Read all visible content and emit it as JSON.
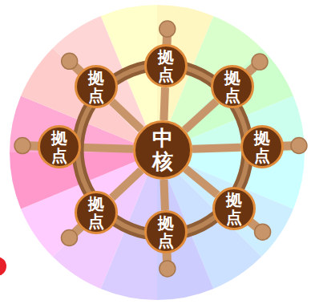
{
  "diagram": {
    "nodes": [
      {
        "text": [
          "中核"
        ]
      },
      {
        "text": [
          "拠点"
        ]
      },
      {
        "text": [
          "拠点"
        ]
      },
      {
        "text": [
          "拠点"
        ]
      },
      {
        "text": [
          "拠点"
        ]
      },
      {
        "text": [
          "拠点"
        ]
      },
      {
        "text": [
          "拠点"
        ]
      },
      {
        "text": [
          "拠点"
        ]
      },
      {
        "text": [
          "拠点"
        ]
      }
    ],
    "edges": [
      {
        "from": 0,
        "to": 1,
        "arrow": "none"
      },
      {
        "from": 0,
        "to": 2,
        "arrow": "none"
      },
      {
        "from": 0,
        "to": 3,
        "arrow": "none"
      },
      {
        "from": 0,
        "to": 4,
        "arrow": "none"
      },
      {
        "from": 0,
        "to": 5,
        "arrow": "none"
      },
      {
        "from": 0,
        "to": 6,
        "arrow": "none"
      },
      {
        "from": 0,
        "to": 7,
        "arrow": "none"
      },
      {
        "from": 0,
        "to": 8,
        "arrow": "none"
      }
    ]
  }
}
